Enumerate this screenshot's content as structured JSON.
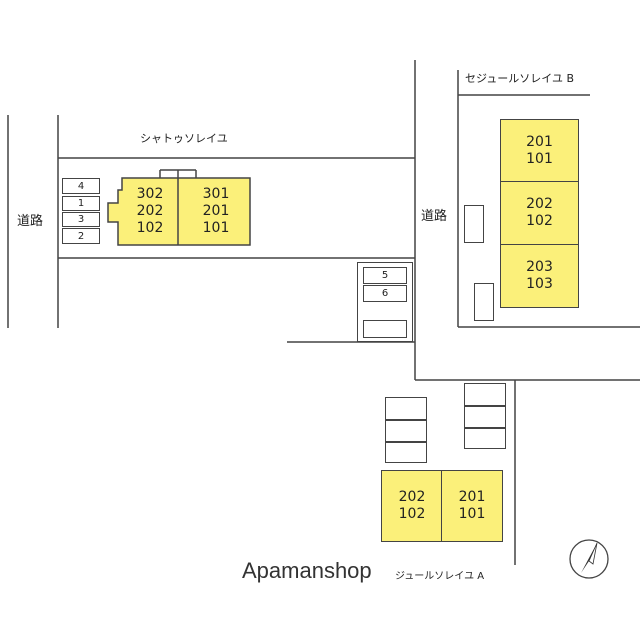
{
  "labels": {
    "road_left": "道路",
    "road_mid": "道路",
    "building_top": "シャトゥソレイユ",
    "building_b": "セジュールソレイユ B",
    "building_a": "ジュールソレイユ A",
    "watermark": "Apamanshop"
  },
  "chateau": {
    "left_units": [
      "302",
      "202",
      "102"
    ],
    "right_units": [
      "301",
      "201",
      "101"
    ]
  },
  "sejour_b": {
    "floors": [
      [
        "201",
        "101"
      ],
      [
        "202",
        "102"
      ],
      [
        "203",
        "103"
      ]
    ]
  },
  "sejour_a": {
    "left_units": [
      "202",
      "102"
    ],
    "right_units": [
      "201",
      "101"
    ]
  },
  "parking_left": [
    "4",
    "1",
    "3",
    "2"
  ],
  "parking_mid": [
    "5",
    "6",
    ""
  ],
  "icons": {
    "compass": "north-arrow-icon"
  },
  "colors": {
    "building_fill": "#fbf07a",
    "line": "#444444"
  }
}
